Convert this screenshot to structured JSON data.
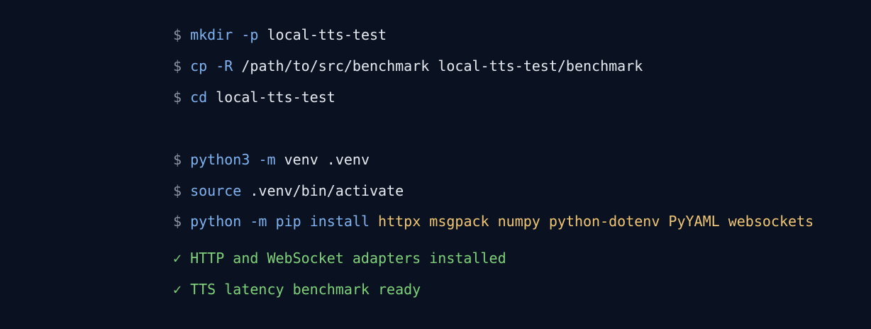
{
  "terminal": {
    "prompt": "$",
    "check": "✓",
    "lines": [
      {
        "cmd": "mkdir",
        "flag": "-p",
        "args": "local-tts-test"
      },
      {
        "cmd": "cp",
        "flag": "-R",
        "args": "/path/to/src/benchmark local-tts-test/benchmark"
      },
      {
        "cmd": "cd",
        "args": "local-tts-test"
      },
      {
        "cmd": "python3",
        "flag": "-m",
        "args": "venv .venv"
      },
      {
        "cmd": "source",
        "args": ".venv/bin/activate"
      },
      {
        "cmd": "python",
        "flag": "-m",
        "sub": "pip install",
        "packages": "httpx msgpack numpy python-dotenv PyYAML websockets"
      }
    ],
    "output": [
      "HTTP and WebSocket adapters installed",
      "TTS latency benchmark ready"
    ]
  },
  "colors": {
    "background": "#0a1120",
    "prompt": "#8a93a3",
    "command": "#7fb2f0",
    "text": "#e6e9ef",
    "package": "#f0c674",
    "success": "#7ed37a"
  }
}
